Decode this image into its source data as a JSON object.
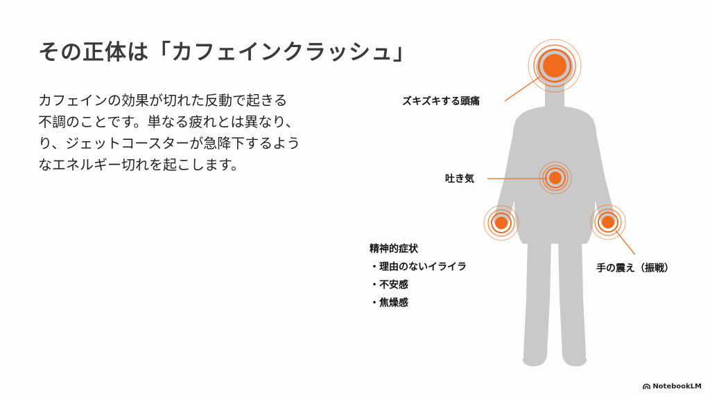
{
  "title": "その正体は「カフェインクラッシュ」",
  "body_lines": [
    "カフェインの効果が切れた反動で起きる",
    "不調のことです。単なる疲れとは異なり、",
    "り、ジェットコースターが急降下するよう",
    "なエネルギー切れを起こします。"
  ],
  "symptoms": {
    "headache": "ズキズキする頭痛",
    "nausea": "吐き気",
    "tremor": "手の震え（振戦）",
    "mental": {
      "heading": "精神的症状",
      "items": [
        "・理由のないイライラ",
        "・不安感",
        "・焦燥感"
      ]
    }
  },
  "colors": {
    "accent": "#f26a1b",
    "body": "#c9c9c9"
  },
  "watermark": "NotebookLM"
}
